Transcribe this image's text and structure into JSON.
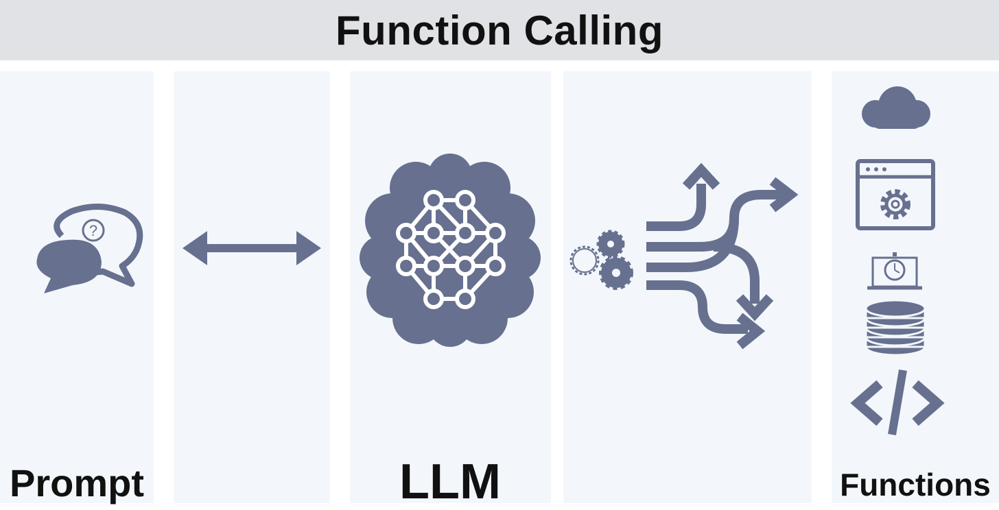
{
  "title": "Function Calling",
  "labels": {
    "prompt": "Prompt",
    "llm": "LLM",
    "functions": "Functions"
  },
  "icons": {
    "prompt": "chat-bubbles-question-icon",
    "connector": "double-headed-arrow-icon",
    "llm": "brain-network-icon",
    "routing": [
      "gears-icon",
      "branching-arrows-icon"
    ],
    "functions": [
      "cloud-icon",
      "browser-settings-icon",
      "laptop-timer-icon",
      "database-icon",
      "code-icon"
    ]
  },
  "colors": {
    "icon": "#67708f",
    "panel": "#f3f7fb",
    "title_bar": "#e1e2e6",
    "text": "#111111"
  }
}
